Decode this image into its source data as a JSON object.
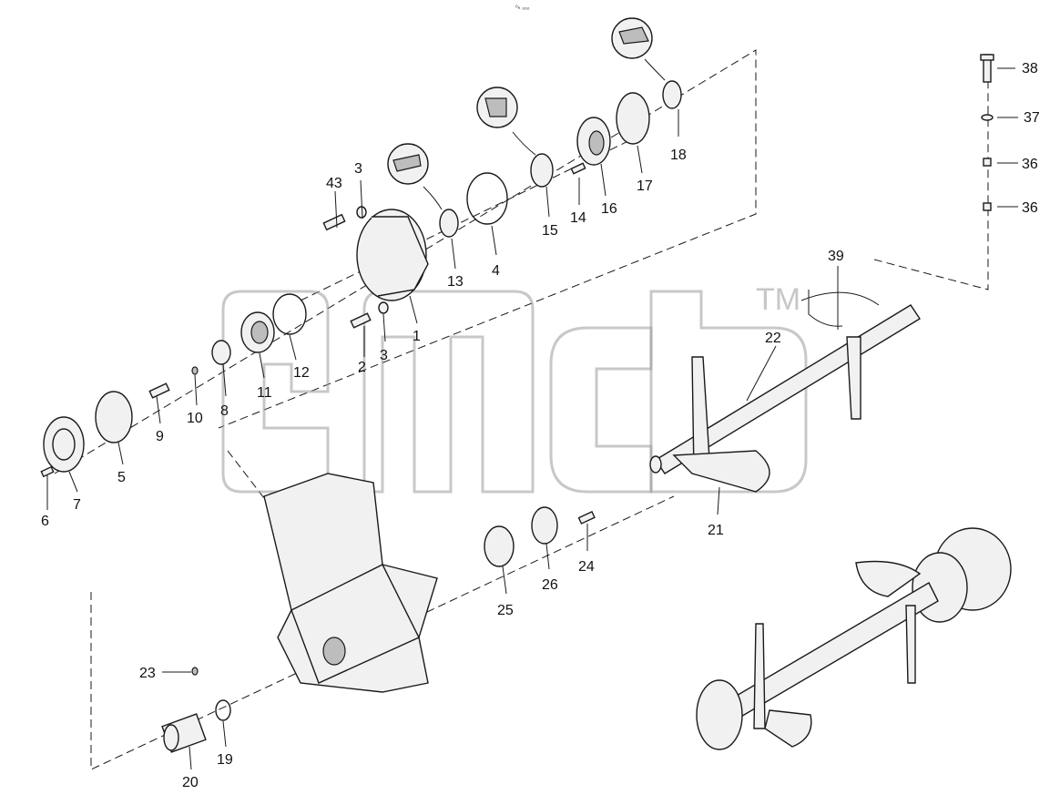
{
  "header": {
    "tiny_text": "ᵒₕ ₒₒₒ"
  },
  "watermark": {
    "trademark": "TM"
  },
  "labels": {
    "p1": "1",
    "p2": "2",
    "p3a": "3",
    "p3b": "3",
    "p4": "4",
    "p5": "5",
    "p6": "6",
    "p7": "7",
    "p8": "8",
    "p9": "9",
    "p10": "10",
    "p11": "11",
    "p12": "12",
    "p13": "13",
    "p14": "14",
    "p15": "15",
    "p16": "16",
    "p17": "17",
    "p18": "18",
    "p19": "19",
    "p20": "20",
    "p21": "21",
    "p22": "22",
    "p23": "23",
    "p24": "24",
    "p25": "25",
    "p26": "26",
    "p36a": "36",
    "p36b": "36",
    "p37": "37",
    "p38": "38",
    "p39": "39",
    "p43": "43"
  }
}
